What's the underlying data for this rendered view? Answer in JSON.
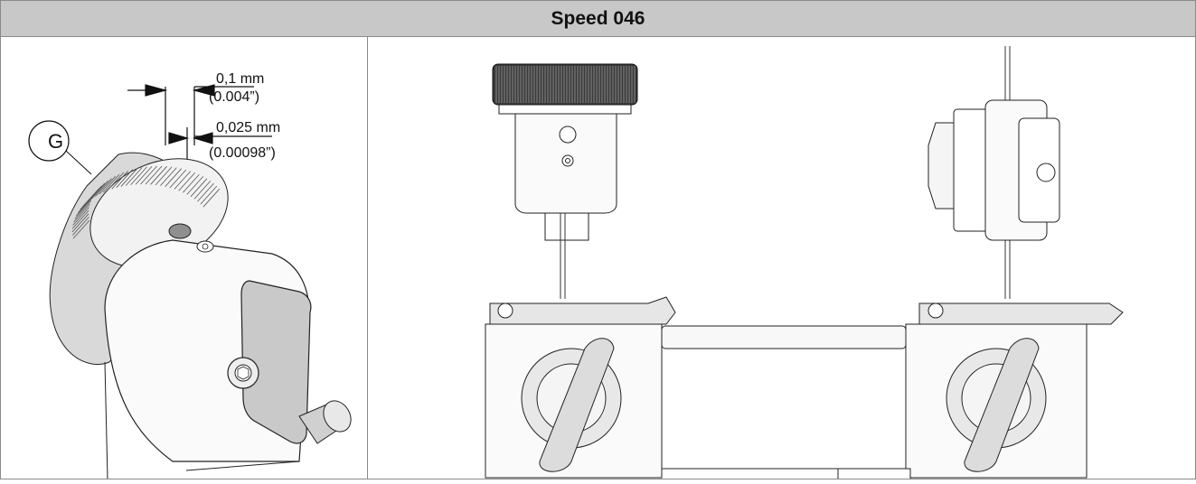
{
  "header": {
    "title": "Speed 046"
  },
  "left_panel": {
    "callout_letter": "G",
    "dimension_1": {
      "metric": "0,1 mm",
      "imperial": "(0.004”)"
    },
    "dimension_2": {
      "metric": "0,025 mm",
      "imperial": "(0.00098”)"
    }
  }
}
